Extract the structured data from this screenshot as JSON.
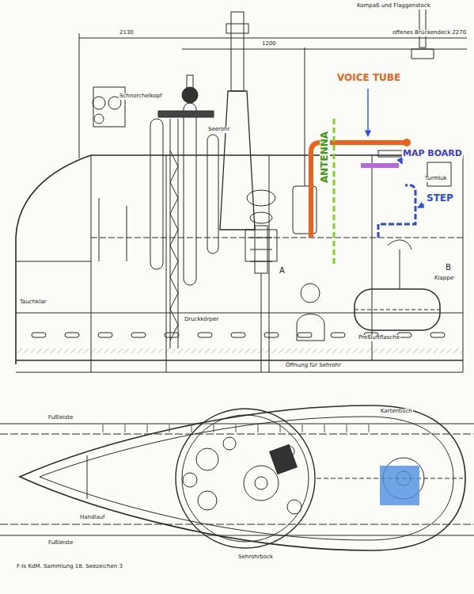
{
  "diagram": {
    "labels": [
      "VOICE TUBE",
      "ANTENNA",
      "MAP BOARD",
      "STEP",
      "2130",
      "1200",
      "offenes Brückendeck 2270",
      "Kompaß und Flaggenstock",
      "Schnorchelkopf",
      "Seerohr",
      "Turmluk",
      "Tauchklar",
      "Druckkörper",
      "Öffnung für Sehrohr",
      "Fußleiste",
      "Handlauf",
      "Fußleiste",
      "Kartentisch",
      "Klappe",
      "A",
      "B",
      "F-Is KdM. Sammlung 18. Seezeichen 3",
      "Sehrohrbock",
      "Preßluftflasche"
    ]
  }
}
